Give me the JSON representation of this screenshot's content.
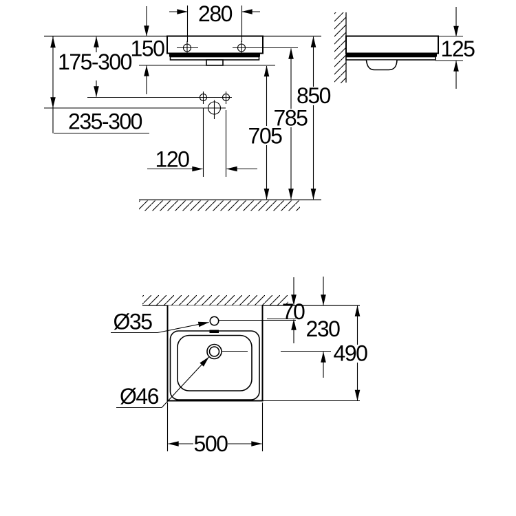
{
  "drawing_type": "washbasin installation dimension drawing",
  "colors": {
    "line": "#000000",
    "background": "#ffffff"
  },
  "views": {
    "front": {
      "labels": {
        "hole_spacing": "280",
        "rim_to_outlet": "150",
        "outlet_range": "175-300",
        "trap_range": "235-300",
        "fixing_spacing": "120",
        "outlet_height": "705",
        "holes_height": "785",
        "rim_height": "850"
      }
    },
    "side": {
      "labels": {
        "basin_thickness": "125"
      }
    },
    "plan": {
      "labels": {
        "tap_hole_diameter": "Ø35",
        "drain_diameter": "Ø46",
        "wall_to_tap": "70",
        "wall_to_drain": "230",
        "overall_depth": "490",
        "overall_width": "500"
      }
    }
  }
}
